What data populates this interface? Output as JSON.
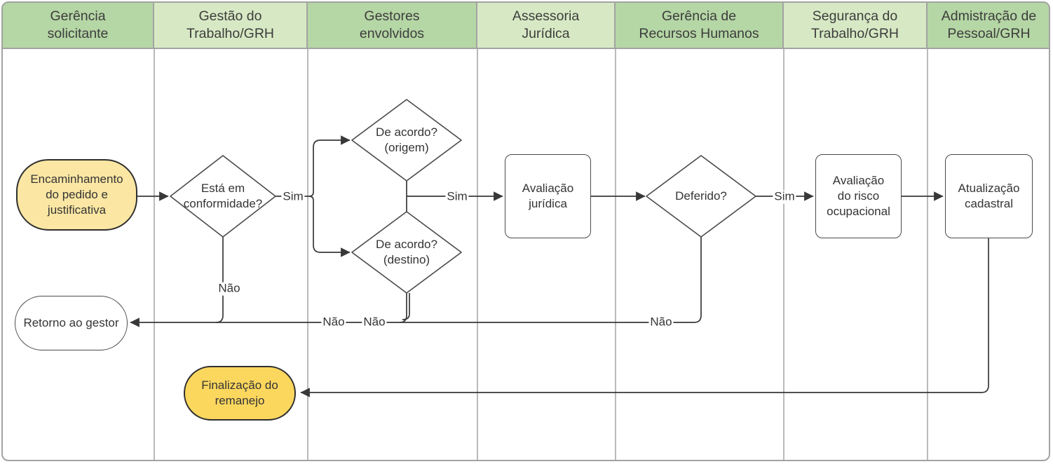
{
  "colors": {
    "lane_header_dark": "#b5d6a5",
    "lane_header_light": "#d7e9c4",
    "terminator_start_fill": "#fbe7a3",
    "terminator_end_fill": "#fcd75e",
    "connector": "#383838",
    "shape_border": "#4a4a4a",
    "lane_border": "#a3a3a3",
    "text": "#343434"
  },
  "lanes": [
    {
      "label": "Gerência\nsolicitante"
    },
    {
      "label": "Gestão do\nTrabalho/GRH"
    },
    {
      "label": "Gestores\nenvolvidos"
    },
    {
      "label": "Assessoria\nJurídica"
    },
    {
      "label": "Gerência de\nRecursos Humanos"
    },
    {
      "label": "Segurança do\nTrabalho/GRH"
    },
    {
      "label": "Admistração de\nPessoal/GRH"
    }
  ],
  "shapes": {
    "start": "Encaminhamento\ndo pedido e\njustificativa",
    "conformity": "Está em\nconformidade?",
    "agree_origin": "De acordo?\n(origem)",
    "agree_destination": "De acordo?\n(destino)",
    "legal_review": "Avaliação\njurídica",
    "granted": "Deferido?",
    "risk_assessment": "Avaliação\ndo risco\nocupacional",
    "registry_update": "Atualização\ncadastral",
    "return_to_manager": "Retorno ao gestor",
    "finish": "Finalização do\nremanejo"
  },
  "edge_labels": {
    "sim_conformity": "Sim",
    "sim_agree": "Sim",
    "sim_granted": "Sim",
    "nao_conformity": "Não",
    "nao_agree_origin": "Não",
    "nao_agree_destination": "Não",
    "nao_granted": "Não"
  }
}
